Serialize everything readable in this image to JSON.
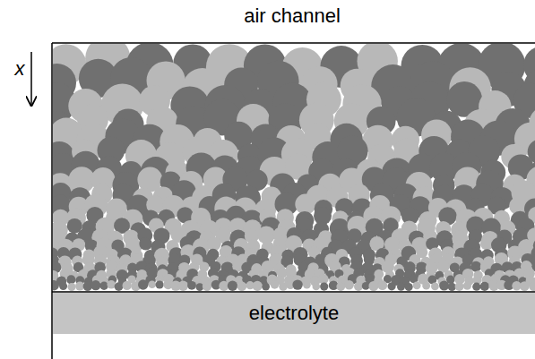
{
  "diagram": {
    "nodes": [
      {
        "text": [
          "electrolyte"
        ]
      }
    ],
    "labels": [
      "air channel",
      "x"
    ]
  }
}
